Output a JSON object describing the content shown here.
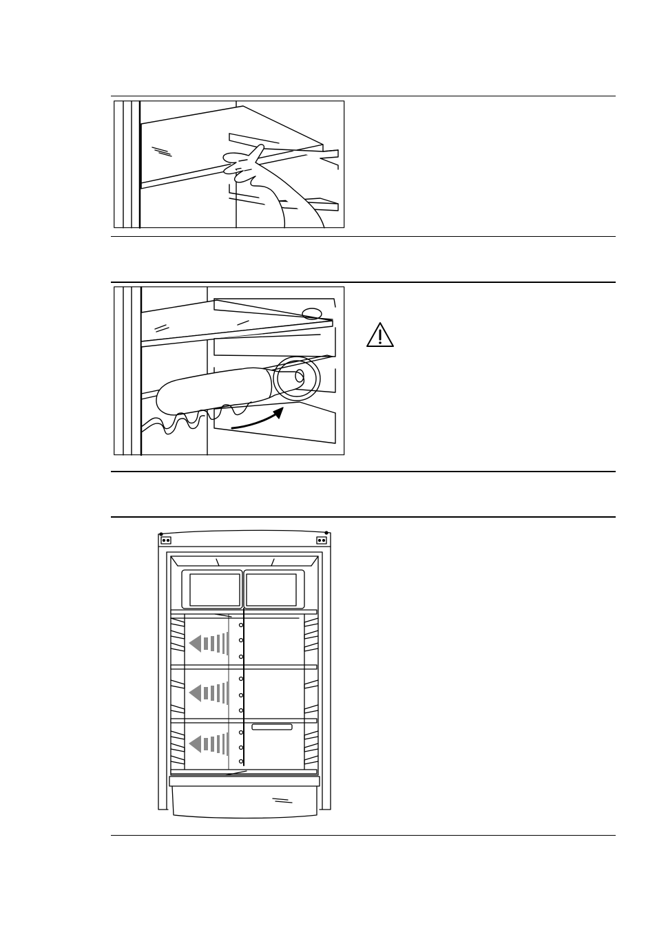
{
  "page": {
    "sections": [
      {
        "id": "shelf-removal",
        "figure": "hand-lifting-glass-shelf-illustration",
        "text": ""
      },
      {
        "id": "bottle-rack",
        "figure": "bottle-rack-installation-illustration",
        "warning_icon": "warning-triangle-icon",
        "text": ""
      },
      {
        "id": "shelf-positioning",
        "figure": "refrigerator-interior-shelf-positions-illustration",
        "text": ""
      }
    ]
  }
}
